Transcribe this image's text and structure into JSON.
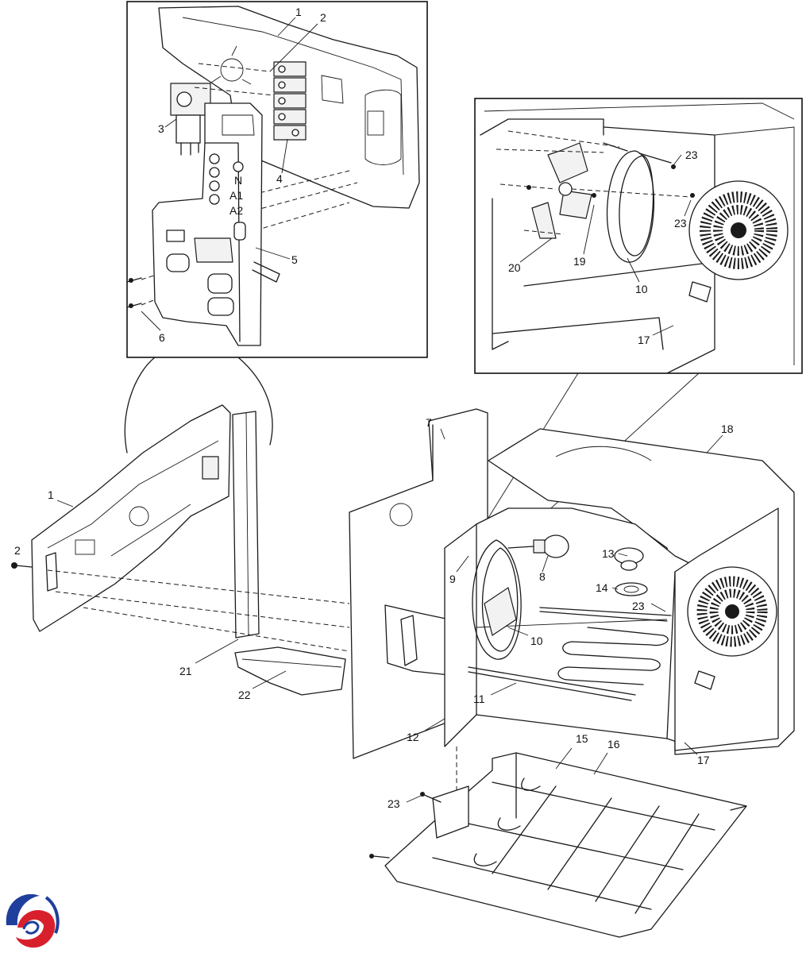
{
  "callouts": {
    "c1": "1",
    "c2": "2",
    "c3": "3",
    "c4": "4",
    "c5": "5",
    "c6": "6",
    "c1b": "1",
    "c2b": "2",
    "c7": "7",
    "c8": "8",
    "c9": "9",
    "c10": "10",
    "c11": "11",
    "c12": "12",
    "c13": "13",
    "c14": "14",
    "c15": "15",
    "c16": "16",
    "c17": "17",
    "c18": "18",
    "c21": "21",
    "c22": "22",
    "c23a": "23",
    "c23b": "23",
    "d23a": "23",
    "d23b": "23",
    "d20": "20",
    "d19": "19",
    "d10": "10",
    "d17": "17"
  },
  "panel_marks": {
    "n": "N",
    "a1": "A1",
    "a2": "A2"
  },
  "logo": {
    "colors": {
      "blue": "#1f3f9c",
      "red": "#d8202c"
    }
  }
}
